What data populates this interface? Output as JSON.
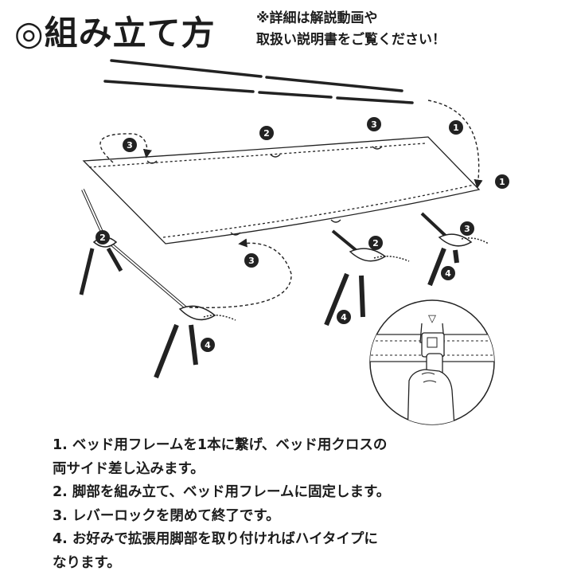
{
  "title": "◎組み立て方",
  "note": {
    "line1": "※詳細は解説動画や",
    "line2": "取扱い説明書をご覧ください！"
  },
  "diagram": {
    "markers": [
      "1",
      "2",
      "3",
      "4"
    ],
    "inset_arrow": "▽"
  },
  "steps": [
    "1. ベッド用フレームを1本に繋げ、ベッド用クロスの",
    "両サイド差し込みます。",
    "2. 脚部を組み立て、ベッド用フレームに固定します。",
    "3. レバーロックを閉めて終了です。",
    "4. お好みで拡張用脚部を取り付ければハイタイプに",
    "なります。"
  ]
}
